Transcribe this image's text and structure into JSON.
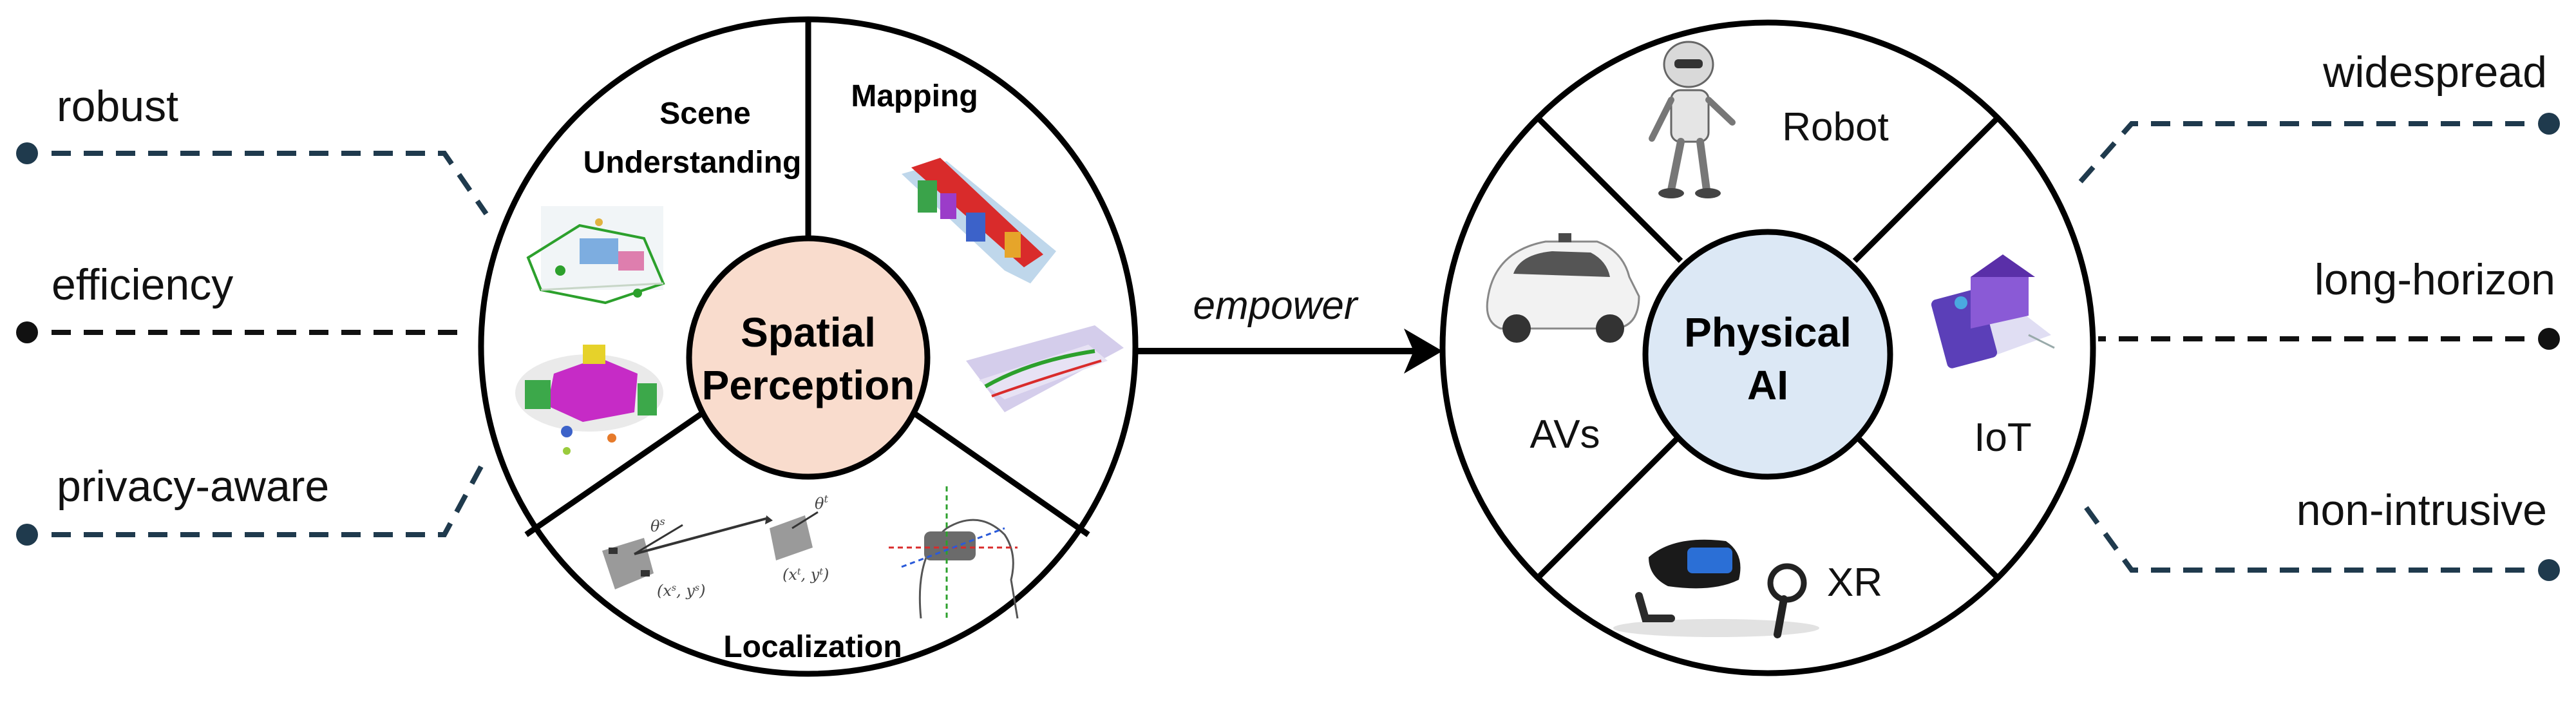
{
  "left_properties": [
    "robust",
    "efficiency",
    "privacy-aware"
  ],
  "right_properties": [
    "widespread",
    "long-horizon",
    "non-intrusive"
  ],
  "spatial_perception": {
    "center": [
      "Spatial",
      "Perception"
    ],
    "segments": {
      "scene_understanding": [
        "Scene",
        "Understanding"
      ],
      "mapping": "Mapping",
      "localization": "Localization"
    },
    "localization_math": {
      "theta_s": "θ",
      "theta_s_sup": "s",
      "theta_t": "θ",
      "theta_t_sup": "t",
      "pose_s": "(x",
      "pose_s_rest": "s",
      "pose_s_y": ", y",
      "pose_s_end": "s",
      "pose_t": "(x",
      "pose_t_rest": "t",
      "pose_t_y": ", y",
      "pose_t_end": "t"
    }
  },
  "arrow_label": "empower",
  "physical_ai": {
    "center": [
      "Physical",
      "AI"
    ],
    "segments": {
      "robot": "Robot",
      "avs": "AVs",
      "iot": "IoT",
      "xr": "XR"
    }
  },
  "colors": {
    "spatial_center_fill": "#f9dccd",
    "physical_center_fill": "#dce8f5",
    "dashed_line": "#1f3a4d",
    "dot": "#1f3a4d"
  }
}
